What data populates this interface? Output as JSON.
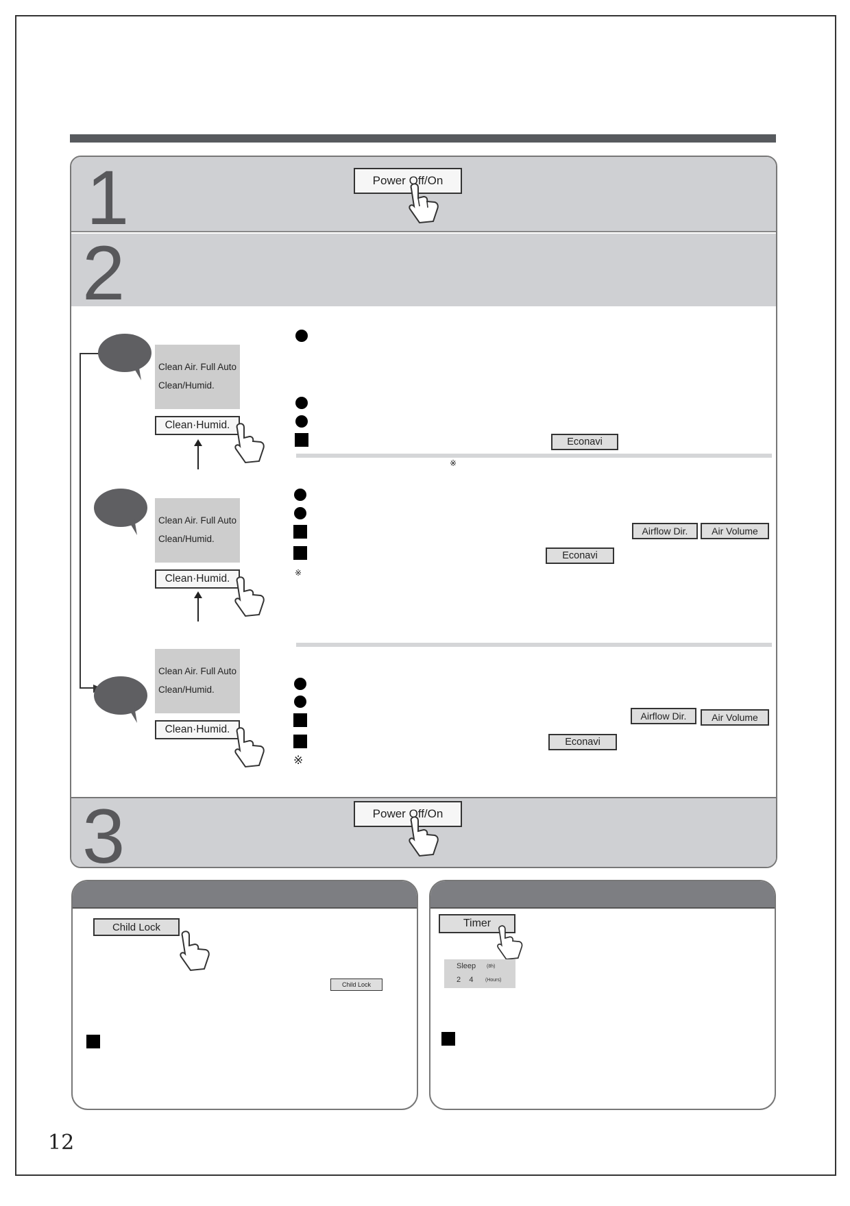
{
  "steps": {
    "s1": {
      "number": "1",
      "button": "Power  Off/On"
    },
    "s2": {
      "number": "2"
    },
    "s3": {
      "number": "3",
      "button": "Power  Off/On"
    }
  },
  "display": {
    "line1": "Clean Air.   Full Auto",
    "line2": "Clean/Humid."
  },
  "buttons": {
    "clean_humid": "Clean·Humid.",
    "econavi": "Econavi",
    "airflow_dir": "Airflow Dir.",
    "air_volume": "Air Volume",
    "child_lock": "Child Lock",
    "child_lock_small": "Child Lock",
    "timer": "Timer"
  },
  "symbols": {
    "ref_mark": "※"
  },
  "timer_display": {
    "label": "Sleep",
    "label_tag": "(8h)",
    "values": "2    4",
    "unit": "(Hours)"
  },
  "page_number": "12"
}
